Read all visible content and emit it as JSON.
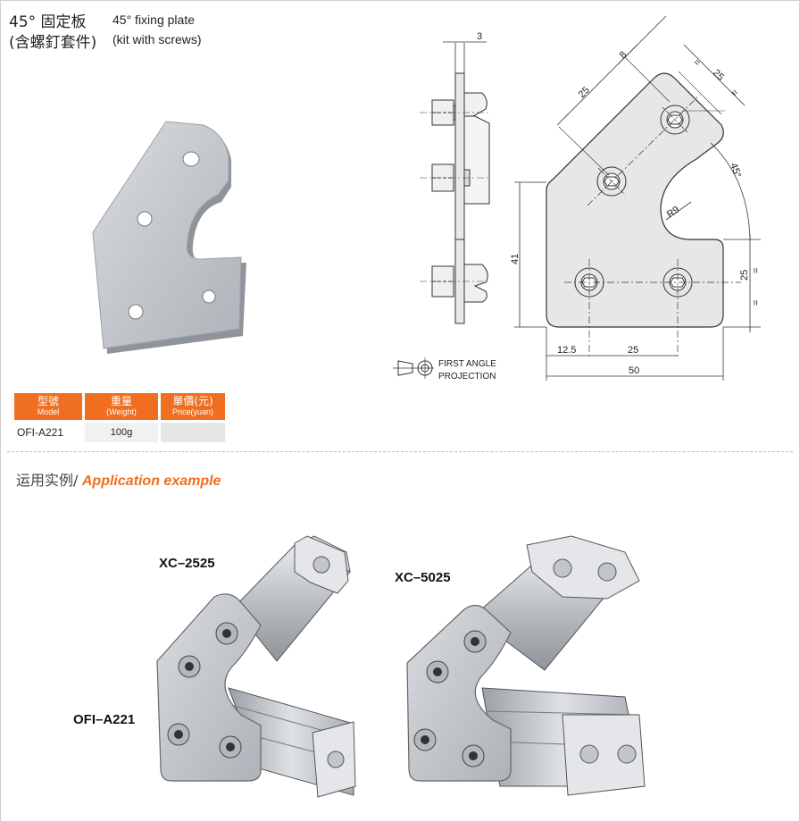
{
  "header": {
    "title_zh": "45° 固定板",
    "title_en": "45° fixing plate",
    "subtitle_zh": "(含螺釘套件)",
    "subtitle_en": "(kit with screws)"
  },
  "drawing": {
    "dims": {
      "thickness": "3",
      "d_8": "8",
      "d_25_diag": "25",
      "d_25_top": "25",
      "angle": "45°",
      "radius": "R9",
      "height": "41",
      "d_25_right": "25",
      "d_12_5": "12.5",
      "d_25_bottom": "25",
      "width": "50",
      "equal": "="
    },
    "projection_line1": "FIRST ANGLE",
    "projection_line2": "PROJECTION"
  },
  "spec_table": {
    "headers": [
      {
        "zh": "型號",
        "en": "Model"
      },
      {
        "zh": "重量",
        "en": "(Weight)"
      },
      {
        "zh": "單價(元)",
        "en": "Price(yuan)"
      }
    ],
    "row": {
      "model": "OFI-A221",
      "weight": "100g",
      "price": ""
    }
  },
  "application": {
    "title_zh": "运用实例/",
    "title_en": "Application example",
    "label_left_profile": "XC–2525",
    "label_right_profile": "XC–5025",
    "label_plate": "OFI–A221"
  },
  "colors": {
    "accent": "#f06e1f",
    "plate": "#c9ccd0",
    "line": "#333333"
  }
}
